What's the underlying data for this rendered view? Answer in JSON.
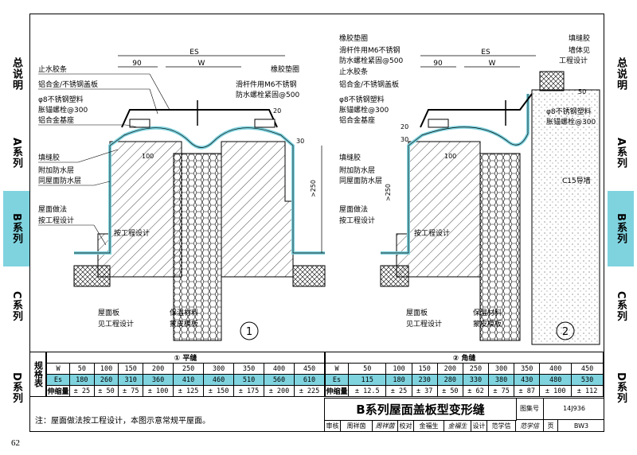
{
  "side_tabs": [
    "总说明",
    "A系列",
    "B系列",
    "C系列",
    "D系列"
  ],
  "fig1": {
    "dims": {
      "es": "ES",
      "d90": "90",
      "w": "W",
      "d100": "100",
      "d20": "20",
      "d30": "30",
      "d250": ">250"
    },
    "labels_left": [
      "止水胶条",
      "铝合金/不锈钢盖板",
      "φ8不锈钢塑料",
      "胀锚螺栓@300",
      "铝合金基座",
      "填缝胶",
      "附加防水层",
      "同屋面防水层",
      "屋面做法",
      "按工程设计",
      "按工程设计"
    ],
    "labels_right": [
      "橡胶垫圈",
      "滑杆件用M6不锈钢",
      "防水螺栓紧固@500"
    ],
    "labels_bottom": [
      "屋面板",
      "见工程设计",
      "保温材料",
      "蒙皮模板"
    ],
    "num": "1"
  },
  "fig2": {
    "dims": {
      "es": "ES",
      "d90": "90",
      "w": "W",
      "d50": "50",
      "d30": "30",
      "d20": "20",
      "d100": "100",
      "d250": ">250"
    },
    "labels_left": [
      "橡胶垫圈",
      "滑杆件用M6不锈钢",
      "防水螺栓紧固@500",
      "止水胶条",
      "铝合金/不锈钢盖板",
      "φ8不锈钢塑料",
      "胀锚螺栓@300",
      "铝合金基座",
      "填缝胶",
      "附加防水层",
      "同屋面防水层",
      "屋面做法",
      "按工程设计",
      "按工程设计"
    ],
    "labels_right": [
      "填缝胶",
      "墙体见",
      "工程设计",
      "φ8不锈钢塑料",
      "胀锚螺栓@300",
      "C15导墙"
    ],
    "labels_bottom": [
      "屋面板",
      "见工程设计",
      "保温材料",
      "蒙皮模板"
    ],
    "num": "2"
  },
  "spec": {
    "side_label": "规格表",
    "t1": {
      "title": "① 平缝",
      "rows": [
        {
          "h": "W",
          "v": [
            "50",
            "100",
            "150",
            "200",
            "250",
            "300",
            "350",
            "400",
            "450"
          ]
        },
        {
          "h": "Es",
          "v": [
            "180",
            "260",
            "310",
            "360",
            "410",
            "460",
            "510",
            "560",
            "610"
          ]
        },
        {
          "h": "伸缩量",
          "v": [
            "± 25",
            "± 50",
            "± 75",
            "± 100",
            "± 125",
            "± 150",
            "± 175",
            "± 200",
            "± 225"
          ]
        }
      ]
    },
    "t2": {
      "title": "② 角缝",
      "rows": [
        {
          "h": "W",
          "v": [
            "50",
            "100",
            "150",
            "200",
            "250",
            "300",
            "350",
            "400",
            "450"
          ]
        },
        {
          "h": "Es",
          "v": [
            "115",
            "180",
            "230",
            "280",
            "330",
            "380",
            "430",
            "480",
            "530"
          ]
        },
        {
          "h": "伸缩量",
          "v": [
            "± 12.5",
            "± 25",
            "± 37",
            "± 50",
            "± 62",
            "± 75",
            "± 87",
            "± 100",
            "± 112"
          ]
        }
      ]
    }
  },
  "note": "注：屋面做法按工程设计，本图示意常规平屋面。",
  "title_block": {
    "title": "B系列屋面盖板型变形缝",
    "atlas_label": "图集号",
    "atlas_no": "14J936",
    "page_label": "页",
    "page_no": "BW3",
    "cells": [
      "审核",
      "周祥茵",
      "周祥茵",
      "校对",
      "金福生",
      "金福生",
      "设计",
      "范学信",
      "范学信"
    ]
  },
  "page_number": "62",
  "colors": {
    "accent": "#7fd3df",
    "membrane": "#7fd3df"
  }
}
